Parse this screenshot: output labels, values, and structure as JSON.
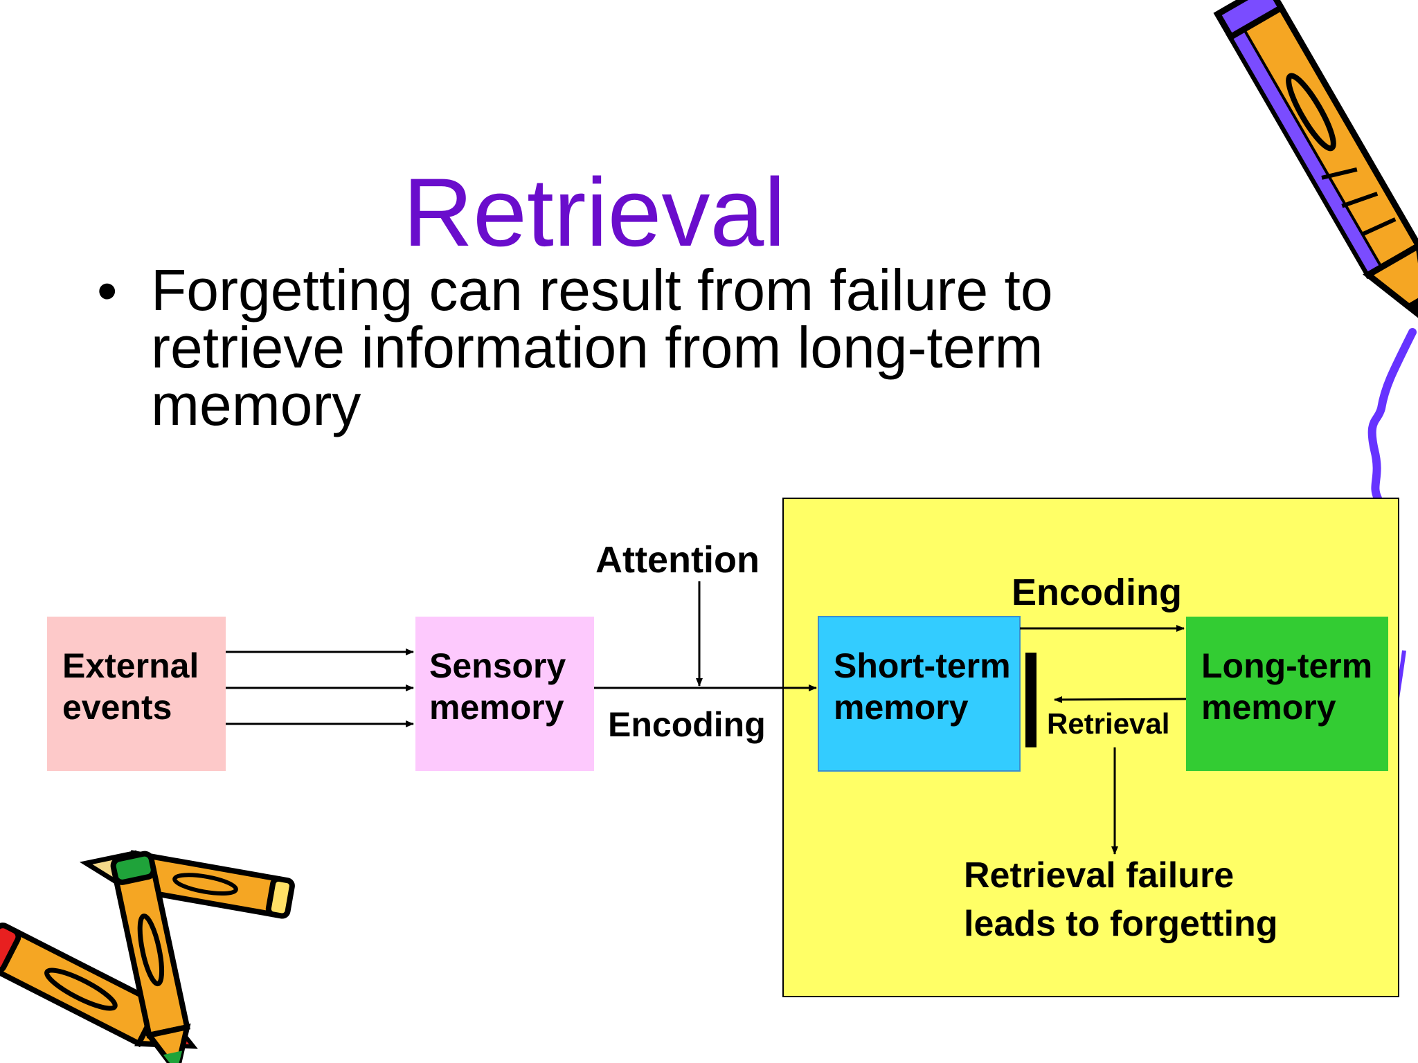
{
  "slide": {
    "title": "Retrieval",
    "bullet_symbol": "•",
    "bullet_text": "Forgetting can result from failure to retrieve information from long-term memory"
  },
  "diagram": {
    "boxes": {
      "external": {
        "label": "External\nevents",
        "color": "#fdc9c9"
      },
      "sensory": {
        "label": "Sensory\nmemory",
        "color": "#fdc9fd"
      },
      "short_term": {
        "label": "Short-term\nmemory",
        "color": "#33ccff"
      },
      "long_term": {
        "label": "Long-term\nmemory",
        "color": "#33cc33"
      }
    },
    "memory_panel_color": "#ffff66",
    "labels": {
      "attention": "Attention",
      "encoding_sensory": "Encoding",
      "encoding_long_term": "Encoding",
      "retrieval": "Retrieval",
      "failure": "Retrieval failure\nleads to forgetting"
    }
  },
  "clipart": {
    "pencil_right": "pencil-icon",
    "pencils_bottom_left": "crossed-pencils-icon"
  }
}
